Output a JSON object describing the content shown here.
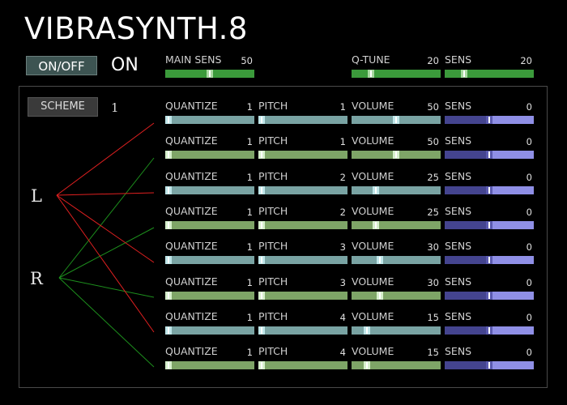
{
  "app": {
    "title": "VIBRASYNTH.8"
  },
  "power": {
    "button_label": "ON/OFF",
    "state": "ON"
  },
  "global": {
    "main_sens": {
      "label": "MAIN SENS",
      "value": 50,
      "fraction": 0.5
    },
    "q_tune": {
      "label": "Q-TUNE",
      "value": 20,
      "fraction": 0.22
    },
    "sens": {
      "label": "SENS",
      "value": 20,
      "fraction": 0.22
    }
  },
  "scheme": {
    "button_label": "SCHEME",
    "value": "1"
  },
  "sides": {
    "left": "L",
    "right": "R"
  },
  "colors": {
    "teal_track": "#79a3a3",
    "teal_fill": "#5f8d8f",
    "teal_thumb": "#bfe6e9",
    "green_track": "#7ea567",
    "green_fill": "#5d8c4d",
    "green_thumb": "#d6f0cc",
    "global_track": "#3b9a3b",
    "global_thumb": "#a7d8a0",
    "sens_track": "#8f8fe6",
    "sens_fill": "#44448f",
    "sens_thumb": "#5a5ab0",
    "wire_red": "#e02020",
    "wire_green": "#1d8f1d"
  },
  "channels": [
    {
      "quantize": {
        "label": "QUANTIZE",
        "value": 1,
        "fraction": 0.02
      },
      "pitch": {
        "label": "PITCH",
        "value": 1,
        "fraction": 0.02
      },
      "volume": {
        "label": "VOLUME",
        "value": 50,
        "fraction": 0.5
      },
      "sens": {
        "label": "SENS",
        "value": 0,
        "fraction": 0.5
      }
    },
    {
      "quantize": {
        "label": "QUANTIZE",
        "value": 1,
        "fraction": 0.02
      },
      "pitch": {
        "label": "PITCH",
        "value": 1,
        "fraction": 0.02
      },
      "volume": {
        "label": "VOLUME",
        "value": 50,
        "fraction": 0.5
      },
      "sens": {
        "label": "SENS",
        "value": 0,
        "fraction": 0.5
      }
    },
    {
      "quantize": {
        "label": "QUANTIZE",
        "value": 1,
        "fraction": 0.02
      },
      "pitch": {
        "label": "PITCH",
        "value": 2,
        "fraction": 0.02
      },
      "volume": {
        "label": "VOLUME",
        "value": 25,
        "fraction": 0.27
      },
      "sens": {
        "label": "SENS",
        "value": 0,
        "fraction": 0.5
      }
    },
    {
      "quantize": {
        "label": "QUANTIZE",
        "value": 1,
        "fraction": 0.02
      },
      "pitch": {
        "label": "PITCH",
        "value": 2,
        "fraction": 0.02
      },
      "volume": {
        "label": "VOLUME",
        "value": 25,
        "fraction": 0.27
      },
      "sens": {
        "label": "SENS",
        "value": 0,
        "fraction": 0.5
      }
    },
    {
      "quantize": {
        "label": "QUANTIZE",
        "value": 1,
        "fraction": 0.02
      },
      "pitch": {
        "label": "PITCH",
        "value": 3,
        "fraction": 0.02
      },
      "volume": {
        "label": "VOLUME",
        "value": 30,
        "fraction": 0.32
      },
      "sens": {
        "label": "SENS",
        "value": 0,
        "fraction": 0.5
      }
    },
    {
      "quantize": {
        "label": "QUANTIZE",
        "value": 1,
        "fraction": 0.02
      },
      "pitch": {
        "label": "PITCH",
        "value": 3,
        "fraction": 0.02
      },
      "volume": {
        "label": "VOLUME",
        "value": 30,
        "fraction": 0.32
      },
      "sens": {
        "label": "SENS",
        "value": 0,
        "fraction": 0.5
      }
    },
    {
      "quantize": {
        "label": "QUANTIZE",
        "value": 1,
        "fraction": 0.02
      },
      "pitch": {
        "label": "PITCH",
        "value": 4,
        "fraction": 0.02
      },
      "volume": {
        "label": "VOLUME",
        "value": 15,
        "fraction": 0.17
      },
      "sens": {
        "label": "SENS",
        "value": 0,
        "fraction": 0.5
      }
    },
    {
      "quantize": {
        "label": "QUANTIZE",
        "value": 1,
        "fraction": 0.02
      },
      "pitch": {
        "label": "PITCH",
        "value": 4,
        "fraction": 0.02
      },
      "volume": {
        "label": "VOLUME",
        "value": 15,
        "fraction": 0.17
      },
      "sens": {
        "label": "SENS",
        "value": 0,
        "fraction": 0.5
      }
    }
  ]
}
